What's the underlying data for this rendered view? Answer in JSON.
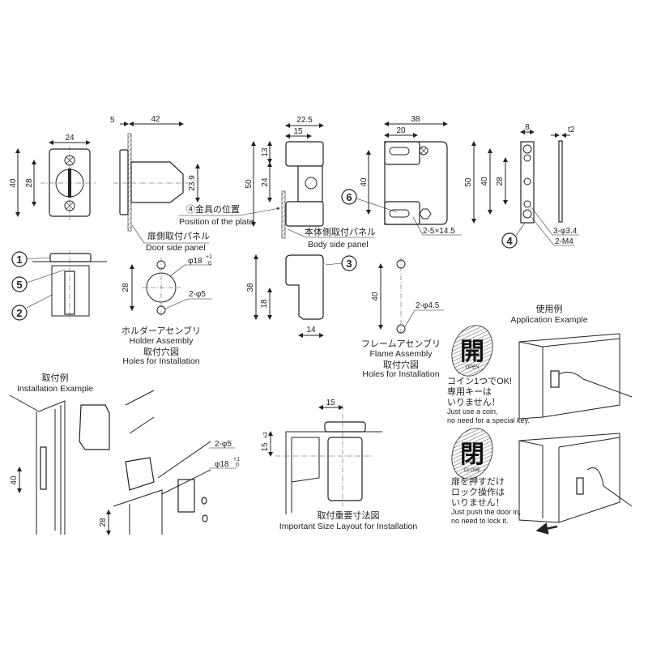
{
  "front_view": {
    "width": "24",
    "height": "40",
    "hole_pitch": "28"
  },
  "side_view": {
    "flange": "5",
    "depth": "42",
    "height": "23.9",
    "plate_note_jp": "④金具の位置",
    "plate_note_en": "Position of the plate",
    "panel_jp": "扉側取付パネル",
    "panel_en": "Door side panel"
  },
  "frame_view": {
    "width": "22.5",
    "offset": "15",
    "top": "13",
    "gap": "24",
    "height": "50",
    "panel_jp": "本体側取付パネル",
    "panel_en": "Body side panel"
  },
  "plate_view": {
    "width": "38",
    "slot_pos": "20",
    "pitch": "40",
    "slot_note": "2-5×14.5"
  },
  "bar_view": {
    "width": "8",
    "thickness": "t2",
    "height": "50",
    "pitch_outer": "40",
    "pitch_inner": "28",
    "hole_note": "3-φ3.4",
    "thread_note": "2-M4"
  },
  "markers": [
    "1",
    "2",
    "3",
    "4",
    "5",
    "6"
  ],
  "holder_holes": {
    "big_hole": "φ18",
    "tol_plus": "+1",
    "tol_minus": "0",
    "small_holes": "2-φ5",
    "pitch": "28",
    "title_jp": "ホルダーアセンブリ",
    "title_en": "Holder Assembly",
    "sub_jp": "取付穴図",
    "sub_en": "Holes for Installation"
  },
  "part3_view": {
    "height": "38",
    "step": "18",
    "width": "14"
  },
  "flame_holes": {
    "pitch": "40",
    "holes": "2-φ4.5",
    "title_jp": "フレームアセンブリ",
    "title_en": "Flame Assembly",
    "sub_jp": "取付穴図",
    "sub_en": "Holes for Installation"
  },
  "installation": {
    "title_jp": "取付例",
    "title_en": "Installation Example",
    "pitch_40": "40",
    "pitch_28": "28",
    "small_holes": "2-φ5",
    "big_hole": "φ18",
    "tol_plus": "+1",
    "tol_minus": "0"
  },
  "important_layout": {
    "width": "15",
    "height": "15",
    "tol": "±3",
    "title_jp": "取付重要寸法図",
    "title_en": "Important Size Layout for Installation"
  },
  "application": {
    "title_jp": "使用例",
    "title_en": "Application Example",
    "open": {
      "kanji": "開",
      "label": "OPEN",
      "lines_jp": [
        "コイン1つでOK!",
        "専用キーは",
        "いりません！"
      ],
      "lines_en": [
        "Just use a coin,",
        "no need for a special key."
      ]
    },
    "close": {
      "kanji": "閉",
      "label": "CLOSE",
      "lines_jp": [
        "扉を押すだけ",
        "ロック操作は",
        "いりません！"
      ],
      "lines_en": [
        "Just push the door in,",
        "no need to lock it."
      ]
    }
  }
}
